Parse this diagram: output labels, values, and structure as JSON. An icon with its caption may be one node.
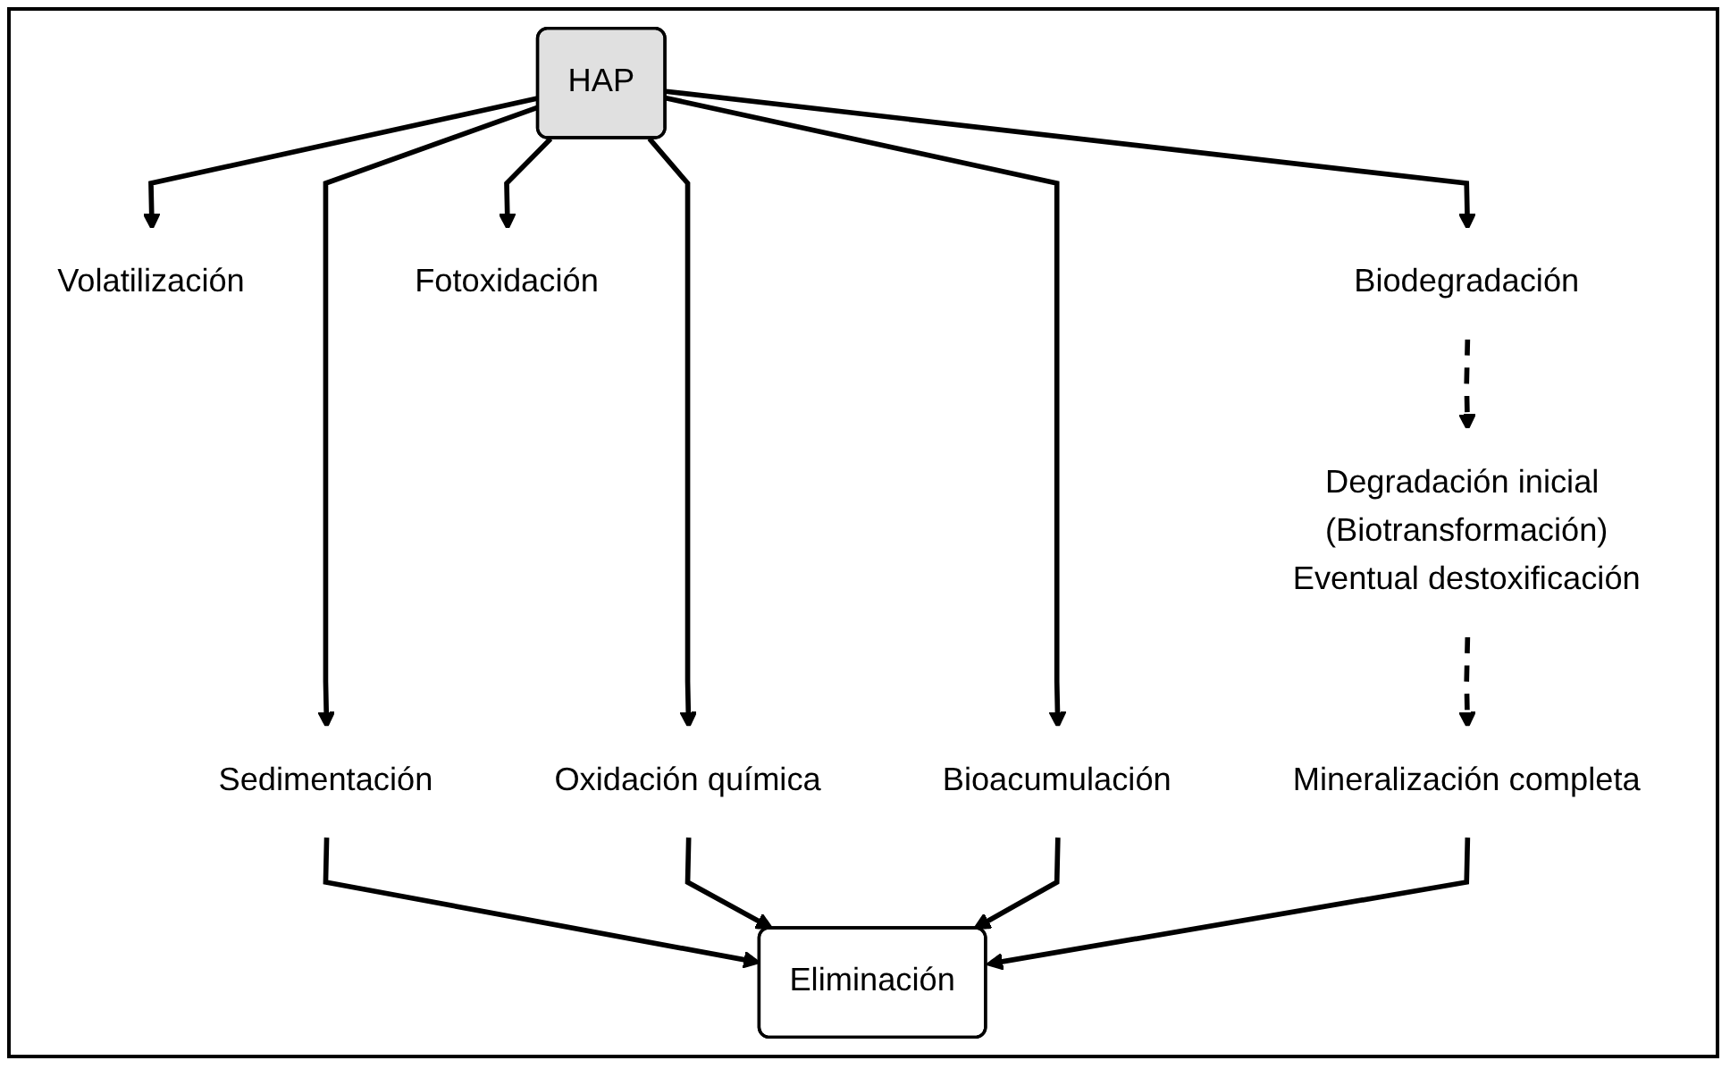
{
  "diagram": {
    "nodes": [
      {
        "text": [
          "HAP"
        ]
      },
      {
        "text": [
          "Volatilización"
        ]
      },
      {
        "text": [
          "Biodegradación"
        ]
      },
      {
        "text": [
          "Fotoxidación"
        ]
      },
      {
        "text": [
          "Sedimentación"
        ]
      },
      {
        "text": [
          "Oxidación química"
        ]
      },
      {
        "text": [
          "Degradación inicial (Biotransformación)",
          "Eventual destoxificación"
        ]
      },
      {
        "text": [
          "Bioacumulación"
        ]
      },
      {
        "text": [
          "Mineralización completa"
        ]
      },
      {
        "text": [
          "Eliminación"
        ]
      }
    ],
    "edges": [
      {
        "from": 0,
        "to": 1,
        "arrow": "to"
      },
      {
        "from": 0,
        "to": 2,
        "arrow": "to"
      },
      {
        "from": 0,
        "to": 3,
        "arrow": "to"
      },
      {
        "from": 0,
        "to": 4,
        "arrow": "to"
      },
      {
        "from": 0,
        "to": 5,
        "arrow": "to"
      },
      {
        "from": 0,
        "to": 7,
        "arrow": "to"
      },
      {
        "from": 2,
        "to": 6,
        "arrow": "to",
        "style": "dashed"
      },
      {
        "from": 6,
        "to": 8,
        "arrow": "to",
        "style": "dashed"
      },
      {
        "from": 4,
        "to": 9,
        "arrow": "to"
      },
      {
        "from": 5,
        "to": 9,
        "arrow": "to"
      },
      {
        "from": 7,
        "to": 9,
        "arrow": "to"
      },
      {
        "from": 8,
        "to": 9,
        "arrow": "to"
      }
    ]
  }
}
